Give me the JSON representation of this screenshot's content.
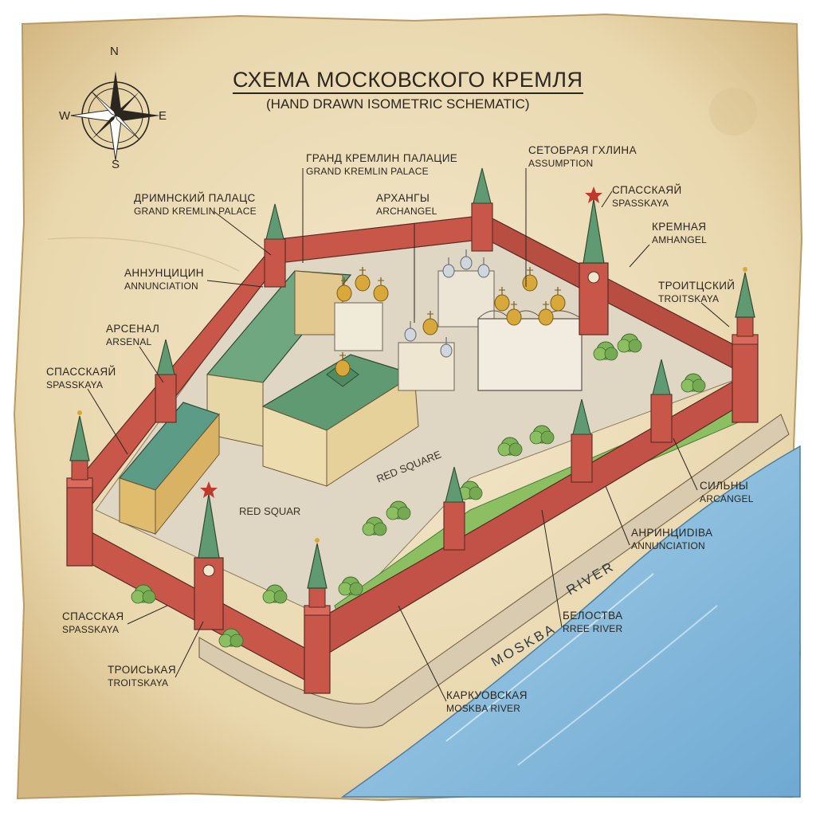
{
  "title": "СХЕМА МОСКОВСКОГО КРЕМЛЯ",
  "subtitle": "(HAND DRAWN ISOMETRIC SCHEMATIC)",
  "compass": {
    "n": "N",
    "s": "S",
    "e": "E",
    "w": "W"
  },
  "labels": [
    {
      "id": "grand-palace-top",
      "ru": "ГРАНД КРЕМЛИН ПАЛАЦИЕ",
      "en": "GRAND KREMLIN PALACE"
    },
    {
      "id": "assumption",
      "ru": "СЕТОБРАЯ ГХЛИНА",
      "en": "ASSUMPTION"
    },
    {
      "id": "spasskaya-top-right",
      "ru": "СПАССКАЯЙ",
      "en": "SPASSKAYA"
    },
    {
      "id": "kremnaya",
      "ru": "КРЕМНАЯ",
      "en": "AMHANGEL"
    },
    {
      "id": "troitskiy-right",
      "ru": "ТРОИТЦСКИЙ",
      "en": "TROITSKAYA"
    },
    {
      "id": "grand-palace-left",
      "ru": "ДРИМНСКИЙ ПАЛАЦС",
      "en": "GRAND KREMLIN PALACE"
    },
    {
      "id": "archangel",
      "ru": "АРХАНГЫ",
      "en": "ARCHANGEL"
    },
    {
      "id": "annunciation-left",
      "ru": "АННУНЦИЦИН",
      "en": "ANNUNCIATION"
    },
    {
      "id": "arsenal",
      "ru": "АРСЕНАЛ",
      "en": "ARSENAL"
    },
    {
      "id": "spasskaya-left",
      "ru": "СПАССКАЯЙ",
      "en": "SPASSKAYA"
    },
    {
      "id": "silny",
      "ru": "СИЛЬНЫ",
      "en": "ARCANGEL"
    },
    {
      "id": "annunciation-right",
      "ru": "АНРИНЦИDIВА",
      "en": "ANNUNCIATION"
    },
    {
      "id": "belostva",
      "ru": "БЕЛОСТВА",
      "en": "RREE RIVER"
    },
    {
      "id": "spasskaya-bottom",
      "ru": "СПАССКАЯ",
      "en": "SPASSKAYA"
    },
    {
      "id": "troitskaya-bottom",
      "ru": "ТРОИСЬКАЯ",
      "en": "TROITSKAYA"
    },
    {
      "id": "karkuovskaya",
      "ru": "КАРКУОВСКАЯ",
      "en": "MOSKBA RIVER"
    }
  ],
  "ground_labels": {
    "red_square_center": "RED SQUARE",
    "red_square_left": "RED SQUAR"
  },
  "river_labels": {
    "river": "RIVER",
    "moskba": "MOSKBA"
  },
  "colors": {
    "paper": "#efe2c2",
    "paper_edge": "#d9bf8f",
    "wall": "#c8574a",
    "wall_dark": "#a8433a",
    "roof_green": "#5f9a72",
    "building": "#e6d19a",
    "river": "#8fc1e0",
    "grass": "#8cbf62",
    "gold": "#d8a83a",
    "ink": "#2b2620"
  }
}
